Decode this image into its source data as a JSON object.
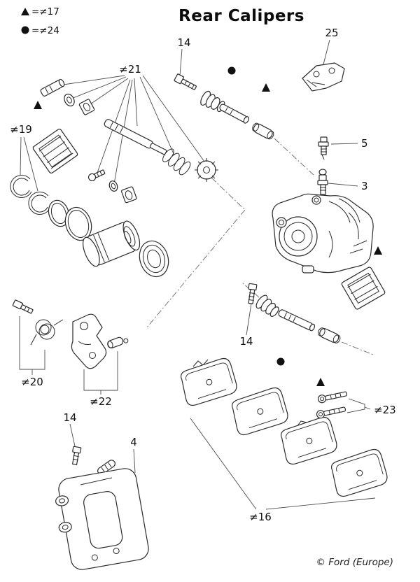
{
  "title": "Rear Calipers",
  "legend": {
    "triangle_entry": "=≠17",
    "circle_entry": "=≠24"
  },
  "callouts": {
    "bolt_top": "14",
    "anchor_bracket": "25",
    "guide_pin_kit": "≠21",
    "seal_kit": "≠19",
    "bleed_screw": "5",
    "connector": "3",
    "spring_kit": "≠20",
    "adjuster_lever_kit": "≠22",
    "bolt_middle": "14",
    "bolt_kit": "≠23",
    "bolt_lower": "14",
    "carrier_bracket": "4",
    "brake_pad_set": "≠16"
  },
  "footer": {
    "copyright": "© Ford (Europe)"
  }
}
